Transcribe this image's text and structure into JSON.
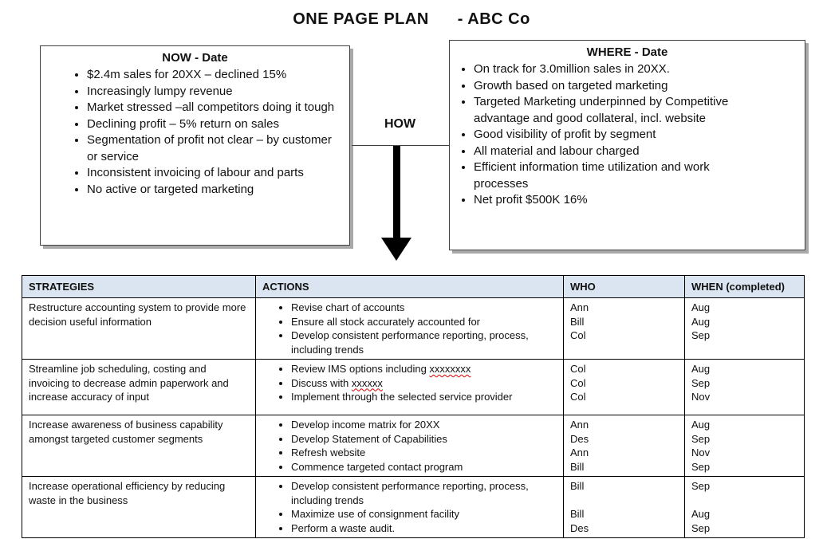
{
  "title": {
    "left": "ONE PAGE PLAN",
    "right": "- ABC Co"
  },
  "now_box": {
    "heading": "NOW - Date",
    "bullets": [
      "$2.4m sales for 20XX – declined 15%",
      "Increasingly lumpy revenue",
      "Market stressed –all competitors doing it tough",
      "Declining profit – 5% return on sales",
      "Segmentation of profit not clear – by customer or service",
      "Inconsistent invoicing of labour and parts",
      "No active or targeted marketing"
    ]
  },
  "how": {
    "label": "HOW"
  },
  "where_box": {
    "heading": "WHERE - Date",
    "bullets": [
      "On track for 3.0million sales in 20XX.",
      "Growth based on targeted marketing",
      "Targeted Marketing underpinned by Competitive advantage and good collateral, incl. website",
      "Good visibility of profit by segment",
      "All material and labour charged",
      "Efficient information time utilization and work processes",
      "Net profit $500K 16%"
    ]
  },
  "table": {
    "headers": {
      "strategies": "STRATEGIES",
      "actions": "ACTIONS",
      "who": "WHO",
      "when": "WHEN (completed)"
    },
    "rows": [
      {
        "strategy": "Restructure accounting system to provide more decision useful information",
        "actions": [
          "Revise chart of accounts",
          "Ensure all stock accurately accounted for",
          "Develop consistent performance reporting, process, including trends"
        ],
        "who": [
          "Ann",
          "Bill",
          "Col"
        ],
        "when": [
          "Aug",
          "Aug",
          "Sep"
        ]
      },
      {
        "strategy": "Streamline job scheduling, costing and invoicing to decrease admin paperwork and increase accuracy of input",
        "actions": [
          "Review IMS options including [[xxxxxxxx]]",
          "Discuss with [[xxxxxx]]",
          "Implement through the selected service provider"
        ],
        "who": [
          "Col",
          "Col",
          "Col"
        ],
        "when": [
          "Aug",
          "Sep",
          "Nov"
        ]
      },
      {
        "strategy": "Increase awareness of business capability amongst targeted customer segments",
        "actions": [
          "Develop income matrix for 20XX",
          "Develop Statement of Capabilities",
          "Refresh website",
          "Commence targeted contact program"
        ],
        "who": [
          "Ann",
          "Des",
          "Ann",
          "Bill"
        ],
        "when": [
          "Aug",
          "Sep",
          "Nov",
          "Sep"
        ]
      },
      {
        "strategy": "Increase operational efficiency by reducing waste in the business",
        "actions": [
          "Develop consistent performance reporting, process, including trends",
          "Maximize use of consignment facility",
          "Perform a waste audit."
        ],
        "who": [
          "Bill",
          "",
          "Bill",
          "Des"
        ],
        "when": [
          "Sep",
          "",
          "Aug",
          "Sep"
        ]
      }
    ]
  },
  "colors": {
    "header_bg": "#dbe5f1",
    "border_dark": "#3f3f3f",
    "shadow_gray": "#a9a9a9",
    "squiggle": "#e00000"
  }
}
